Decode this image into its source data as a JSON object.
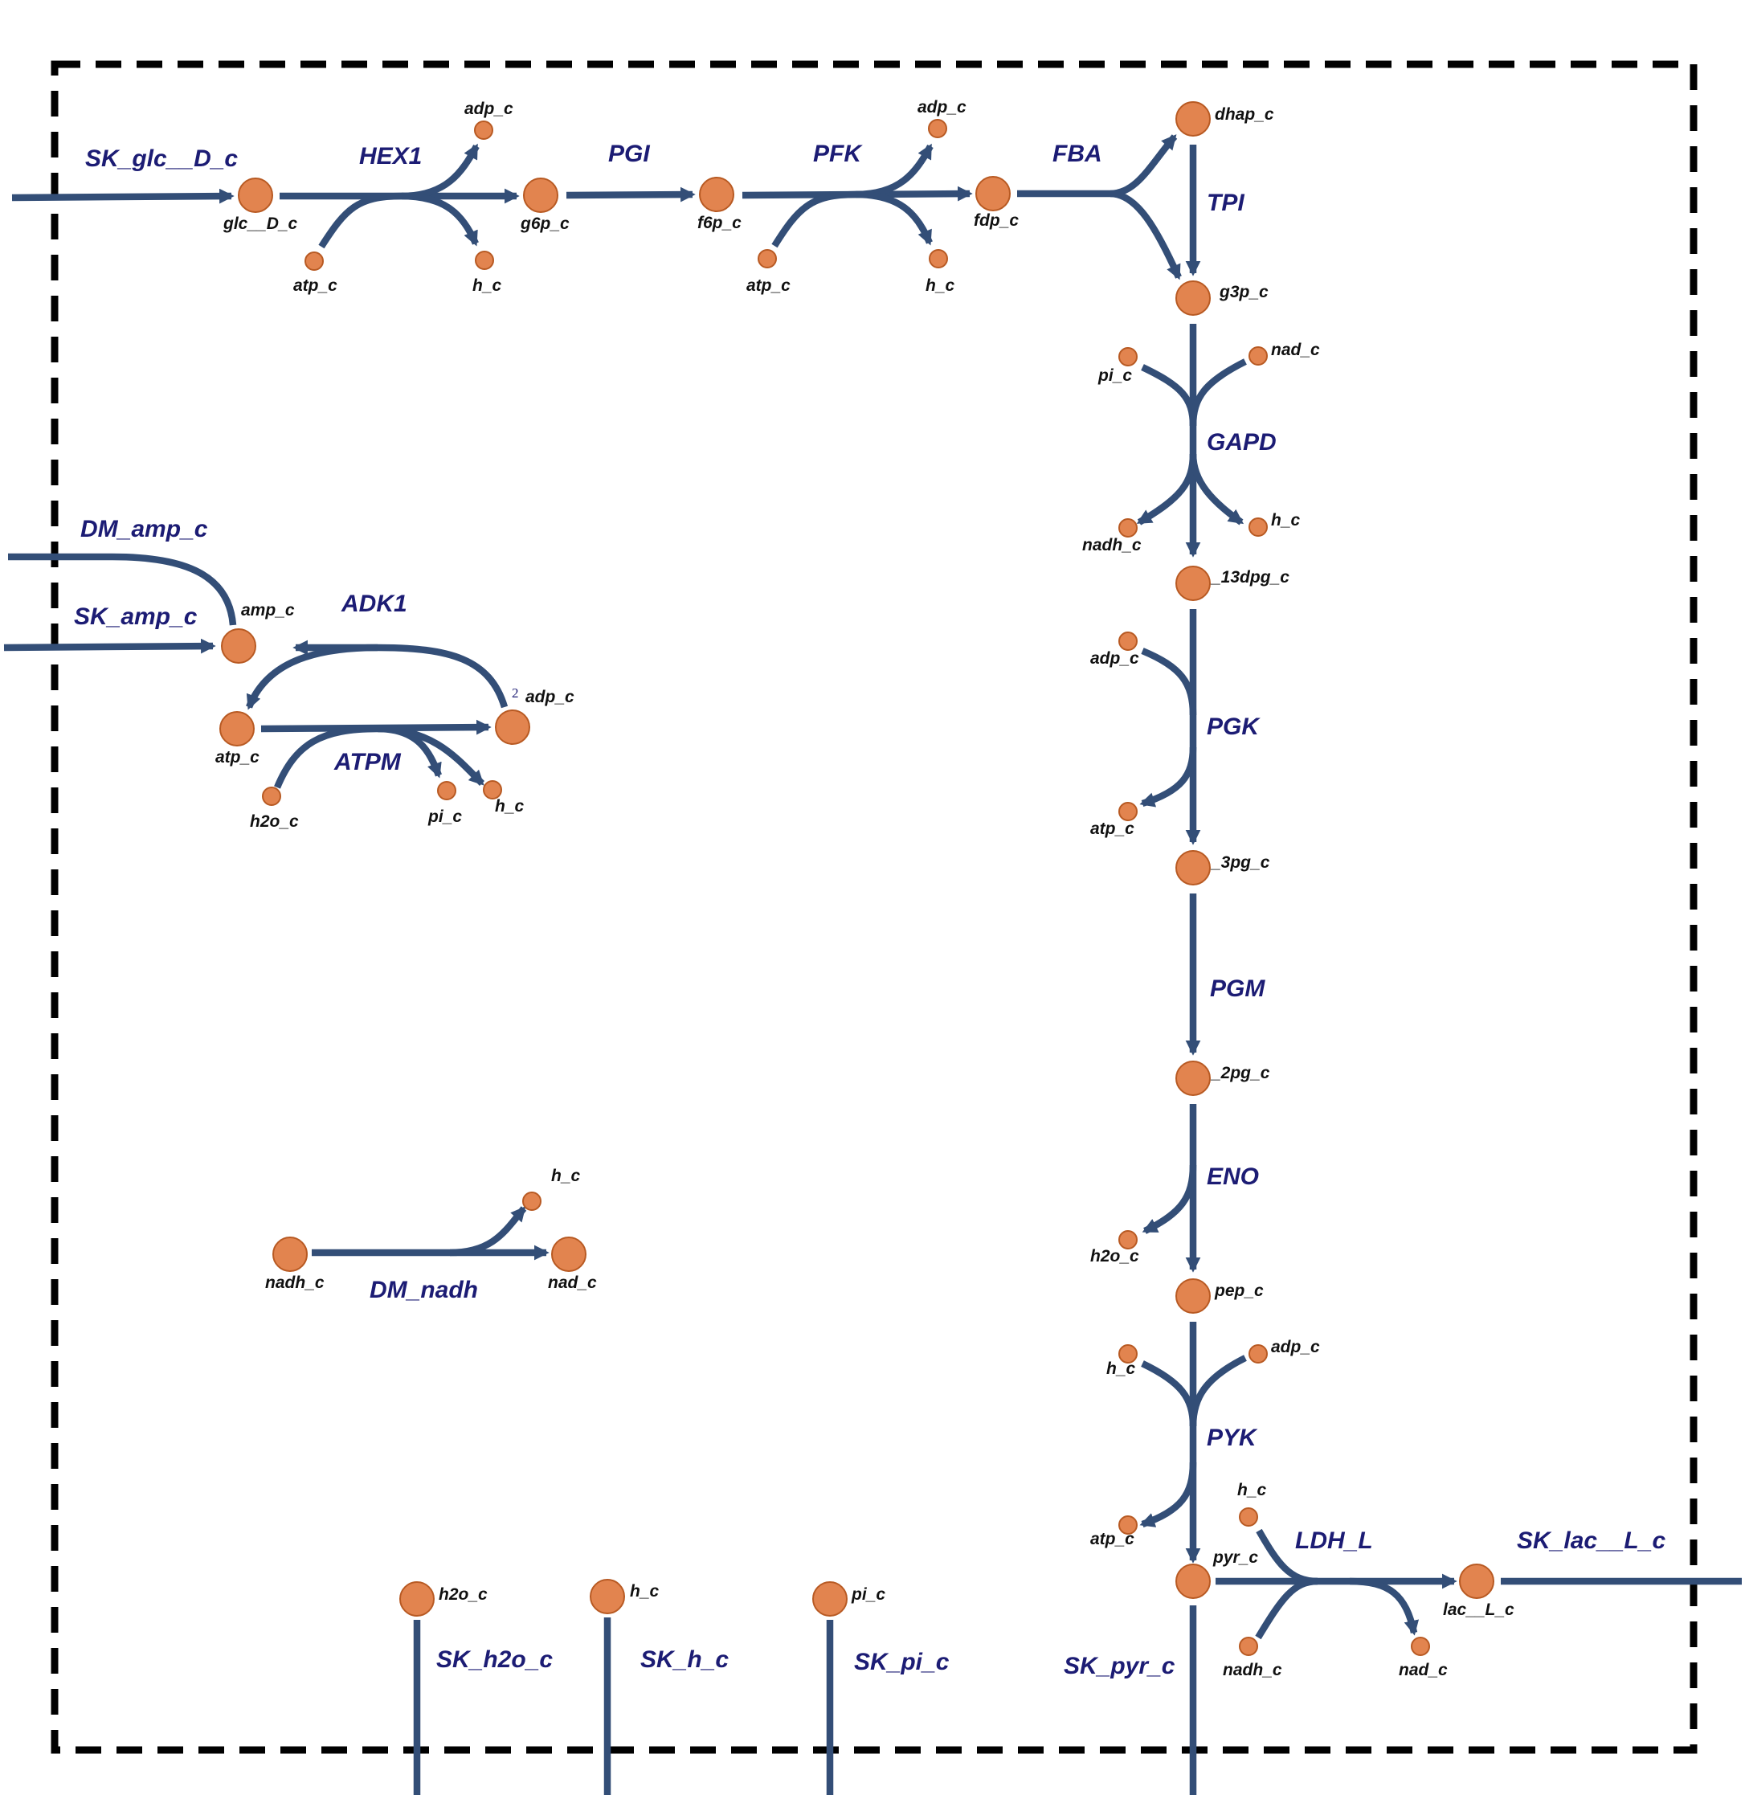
{
  "colors": {
    "reaction_edge": "#334e77",
    "metabolite_fill": "#e2844f",
    "metabolite_stroke": "#b85a23",
    "reaction_label": "#1c1c74",
    "metabolite_label": "#111111",
    "compartment_border": "#000000"
  },
  "reactions": {
    "SK_glc__D_c": "SK_glc__D_c",
    "HEX1": "HEX1",
    "PGI": "PGI",
    "PFK": "PFK",
    "FBA": "FBA",
    "TPI": "TPI",
    "GAPD": "GAPD",
    "PGK": "PGK",
    "PGM": "PGM",
    "ENO": "ENO",
    "PYK": "PYK",
    "LDH_L": "LDH_L",
    "SK_lac__L_c": "SK_lac__L_c",
    "SK_pyr_c": "SK_pyr_c",
    "DM_amp_c": "DM_amp_c",
    "SK_amp_c": "SK_amp_c",
    "ADK1": "ADK1",
    "ATPM": "ATPM",
    "DM_nadh": "DM_nadh",
    "SK_h2o_c": "SK_h2o_c",
    "SK_h_c": "SK_h_c",
    "SK_pi_c": "SK_pi_c"
  },
  "metabolites": {
    "glc__D_c": "glc__D_c",
    "g6p_c": "g6p_c",
    "f6p_c": "f6p_c",
    "fdp_c": "fdp_c",
    "dhap_c": "dhap_c",
    "g3p_c": "g3p_c",
    "_13dpg_c": "_13dpg_c",
    "_3pg_c": "_3pg_c",
    "_2pg_c": "_2pg_c",
    "pep_c": "pep_c",
    "pyr_c": "pyr_c",
    "lac__L_c": "lac__L_c",
    "amp_c": "amp_c",
    "atp_c": "atp_c",
    "adp_c": "adp_c",
    "nadh_c": "nadh_c",
    "nad_c": "nad_c",
    "h_c": "h_c",
    "pi_c": "pi_c",
    "h2o_c": "h2o_c"
  },
  "stoichiometry": {
    "ADK1_adp_c": "2"
  }
}
